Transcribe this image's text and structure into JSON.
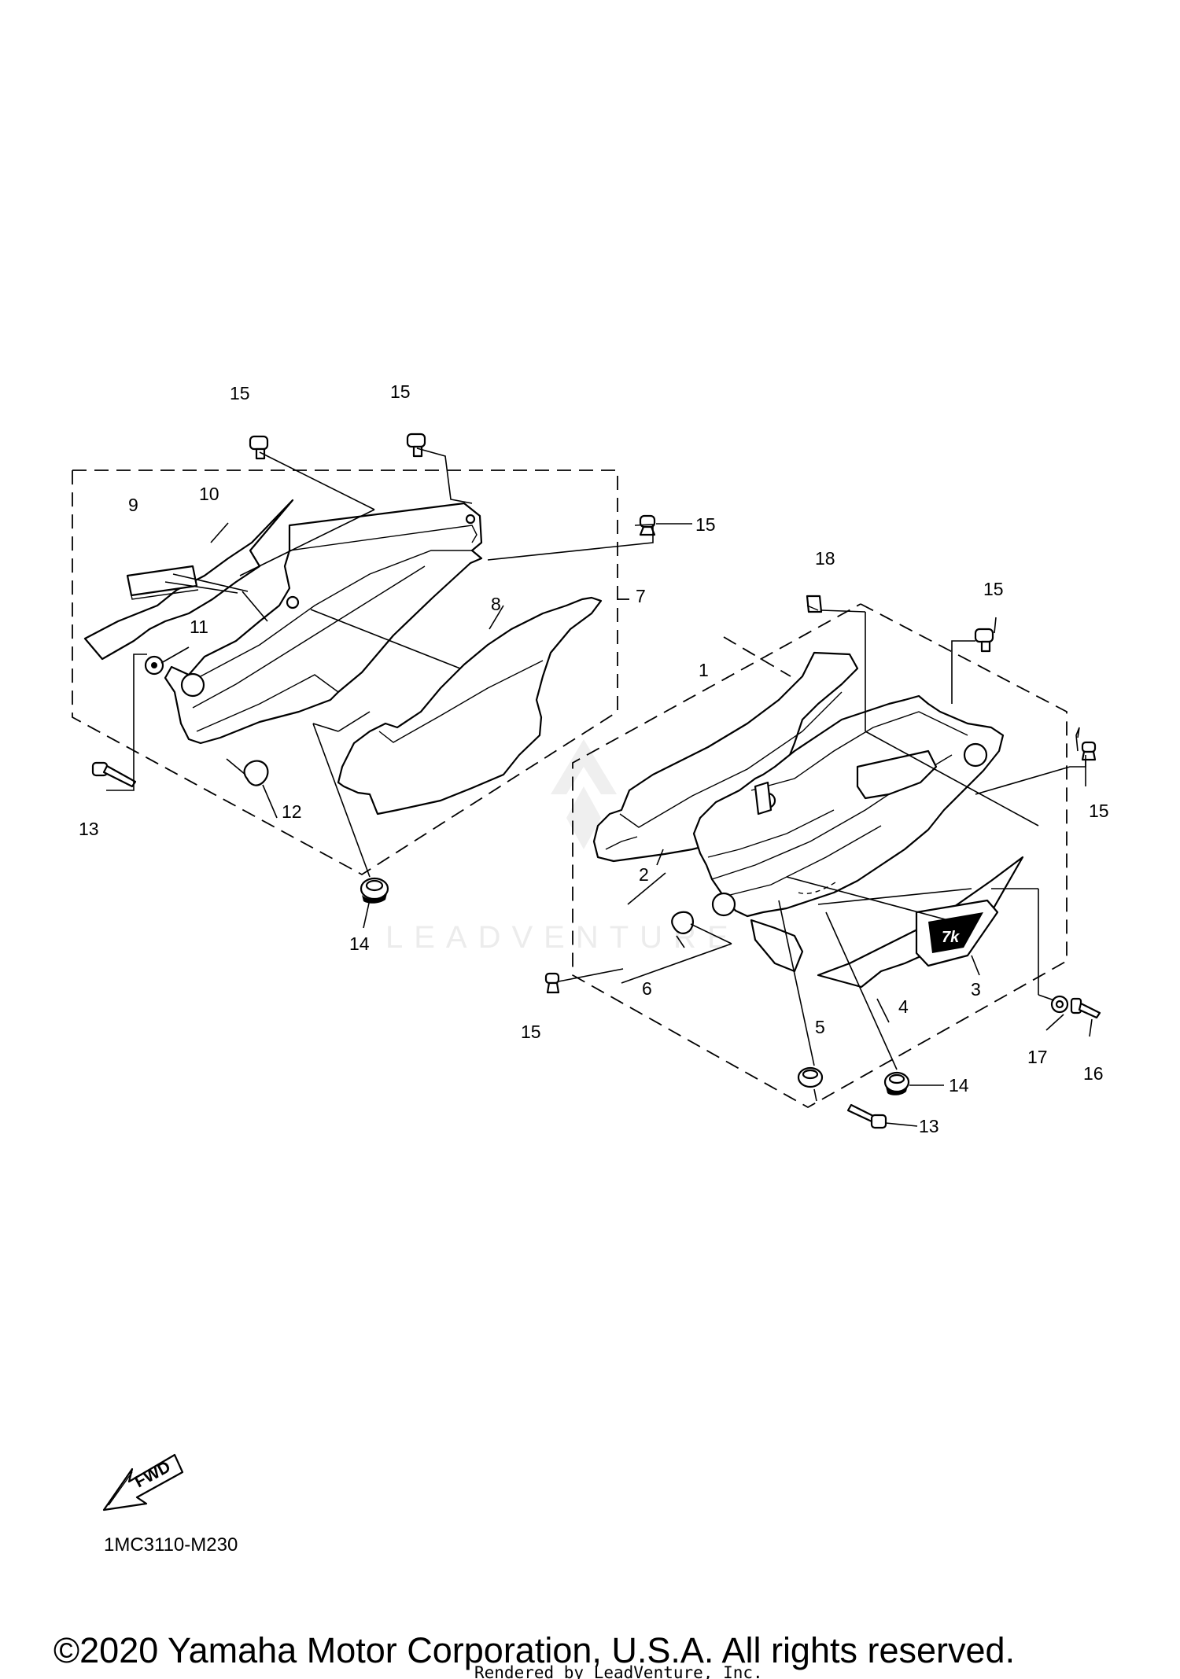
{
  "callouts": {
    "c15a": "15",
    "c15b": "15",
    "c15c": "15",
    "c15d": "15",
    "c15e": "15",
    "c15f": "15",
    "c9": "9",
    "c10": "10",
    "c11": "11",
    "c12": "12",
    "c13a": "13",
    "c13b": "13",
    "c7": "7",
    "c8": "8",
    "c14a": "14",
    "c14b": "14",
    "c18": "18",
    "c1": "1",
    "c2": "2",
    "c3": "3",
    "c4": "4",
    "c5": "5",
    "c6": "6",
    "c16": "16",
    "c17": "17"
  },
  "watermark": "LEADVENTURE",
  "fwd_label": "FWD",
  "drawing_code": "1MC3110-M230",
  "copyright": "©2020 Yamaha Motor Corporation, U.S.A. All rights reserved.",
  "rendered_by": "Rendered by LeadVenture, Inc."
}
